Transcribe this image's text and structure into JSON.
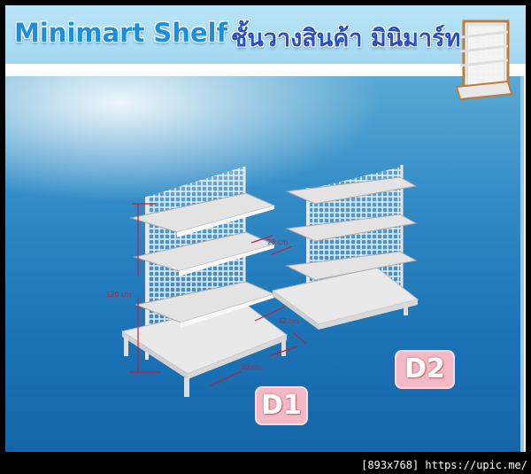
{
  "header": {
    "title_en": "Minimart Shelf",
    "title_th": "ชั้นวางสินค้า มินิมาร์ท"
  },
  "dimensions": {
    "height": "120 cm",
    "shelf_depth": "28 cm",
    "base_depth": "42 cm",
    "width": "90 cm"
  },
  "models": [
    {
      "label": "D1"
    },
    {
      "label": "D2"
    }
  ],
  "watermark": "[893x768] https://upic.me/",
  "colors": {
    "header_bg": "#a3d8f2",
    "panel_blue": "#1a73b5",
    "tag_pink": "#f4b9c6",
    "dimension_red": "#c0203a"
  }
}
